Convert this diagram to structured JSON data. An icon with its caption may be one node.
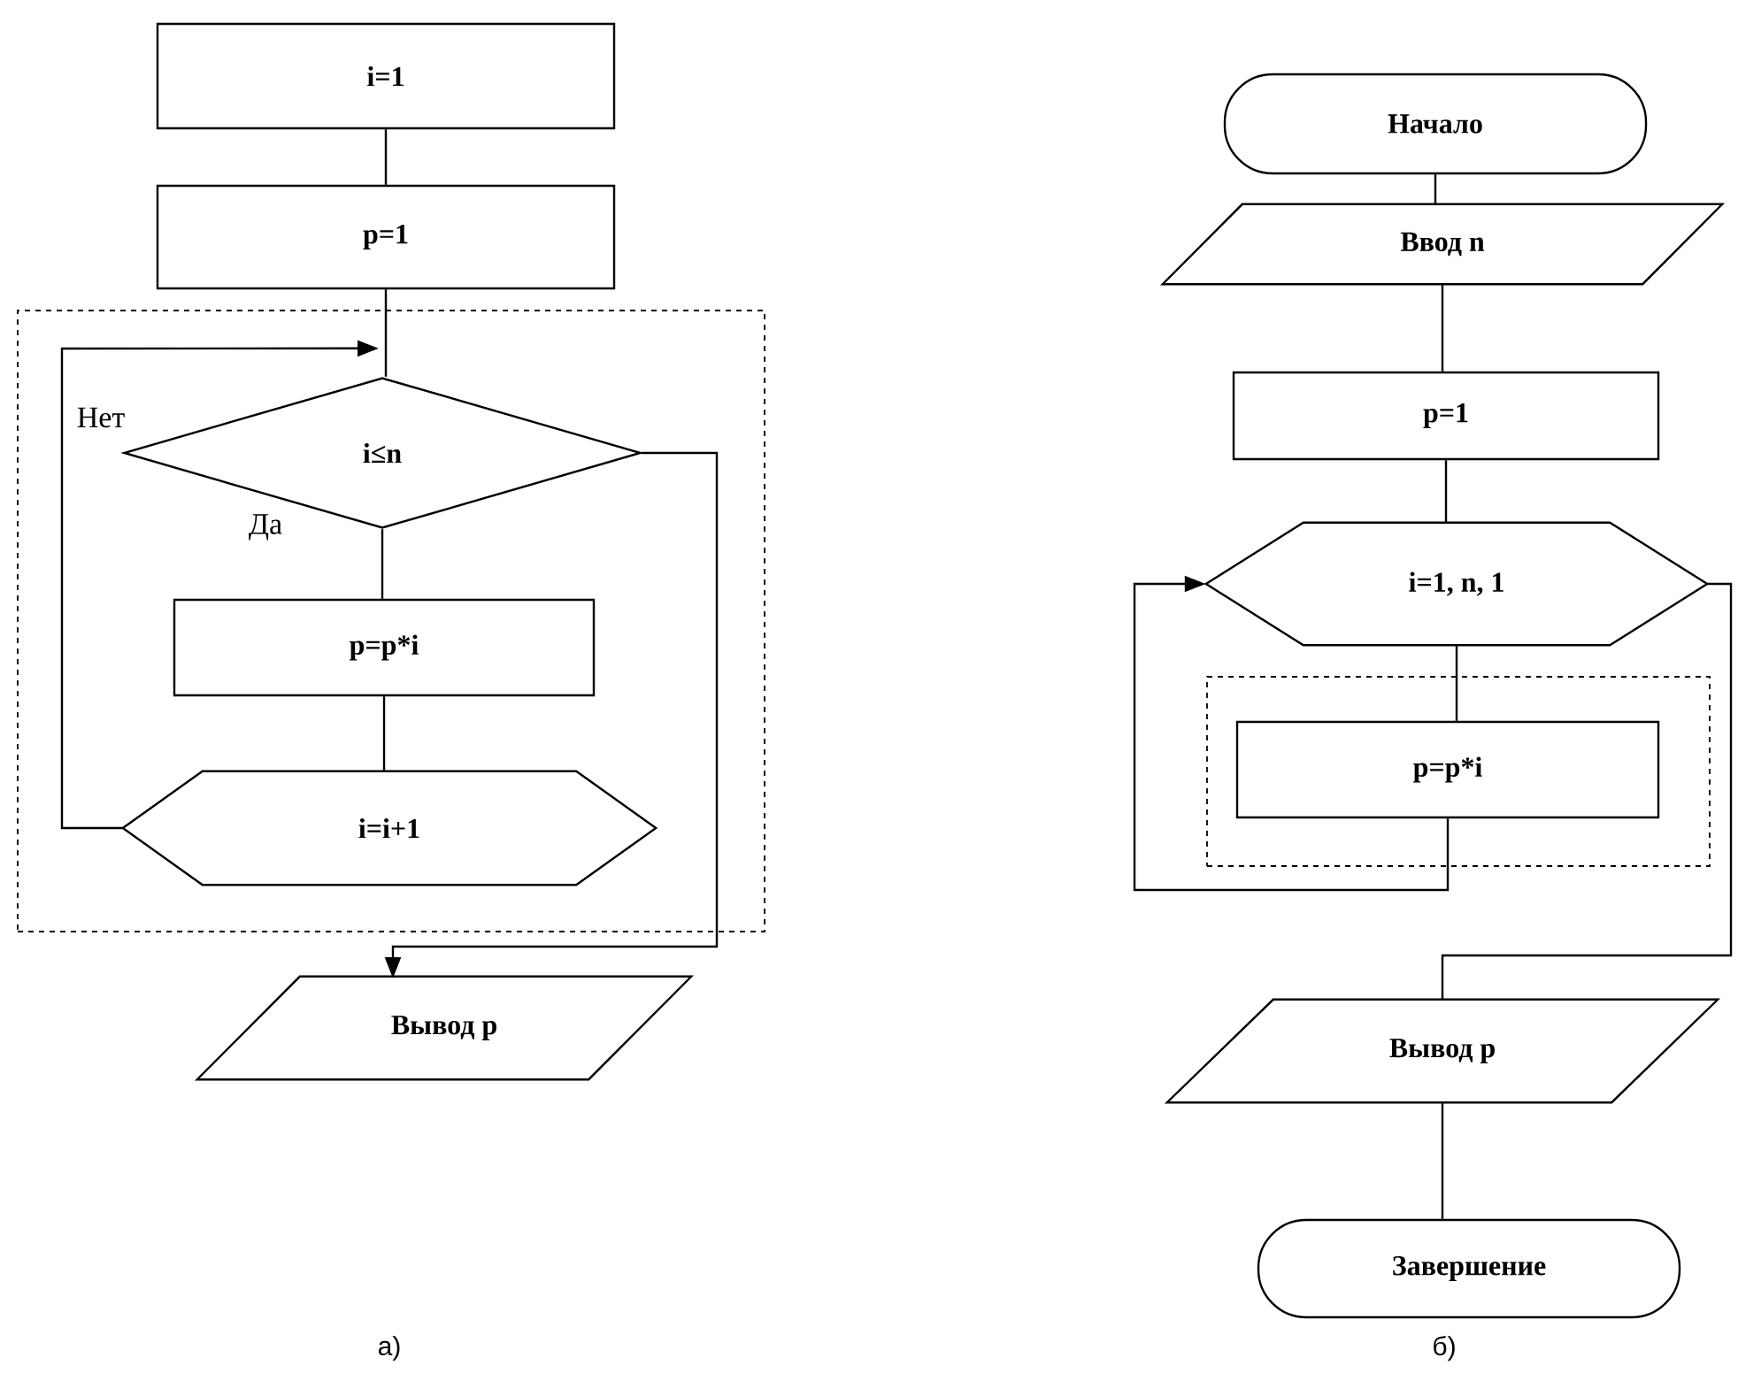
{
  "diagram": {
    "nodes": [
      {
        "text": [
          "i=1"
        ]
      },
      {
        "text": [
          "p=1"
        ]
      },
      {
        "text": [],
        "shape": "box"
      },
      {
        "text": [
          "i≤n"
        ],
        "in": 2
      },
      {
        "text": [
          "p=p*i"
        ],
        "in": 2
      },
      {
        "text": [
          "i=i+1"
        ],
        "in": 2
      },
      {
        "text": [
          "Вывод  p"
        ]
      },
      {
        "text": [
          "Начало"
        ]
      },
      {
        "text": [
          "Ввод  n"
        ]
      },
      {
        "text": [
          "p=1"
        ]
      },
      {
        "text": [
          "i=1, n, 1"
        ]
      },
      {
        "text": [],
        "shape": "box"
      },
      {
        "text": [
          "p=p*i"
        ],
        "in": 11
      },
      {
        "text": [
          "Вывод  p"
        ]
      },
      {
        "text": [
          "Завершение"
        ]
      }
    ],
    "edges": [
      {
        "from": 0,
        "to": 1,
        "arrow": "none"
      },
      {
        "from": 1,
        "to": 3,
        "arrow": "none"
      },
      {
        "from": 3,
        "to": 4,
        "arrow": "none"
      },
      {
        "from": 4,
        "to": 5,
        "arrow": "none"
      },
      {
        "from": 5,
        "to": 3,
        "arrow": "to"
      },
      {
        "from": 3,
        "to": 6,
        "arrow": "to"
      },
      {
        "from": 7,
        "to": 8,
        "arrow": "none"
      },
      {
        "from": 8,
        "to": 9,
        "arrow": "none"
      },
      {
        "from": 9,
        "to": 10,
        "arrow": "none"
      },
      {
        "from": 10,
        "to": 12,
        "arrow": "none"
      },
      {
        "from": 12,
        "to": 10,
        "arrow": "to"
      },
      {
        "from": 10,
        "to": 13,
        "arrow": "none"
      },
      {
        "from": 13,
        "to": 14,
        "arrow": "none"
      }
    ],
    "labels": [
      "Нет",
      "Да",
      "а)",
      "б)"
    ]
  }
}
